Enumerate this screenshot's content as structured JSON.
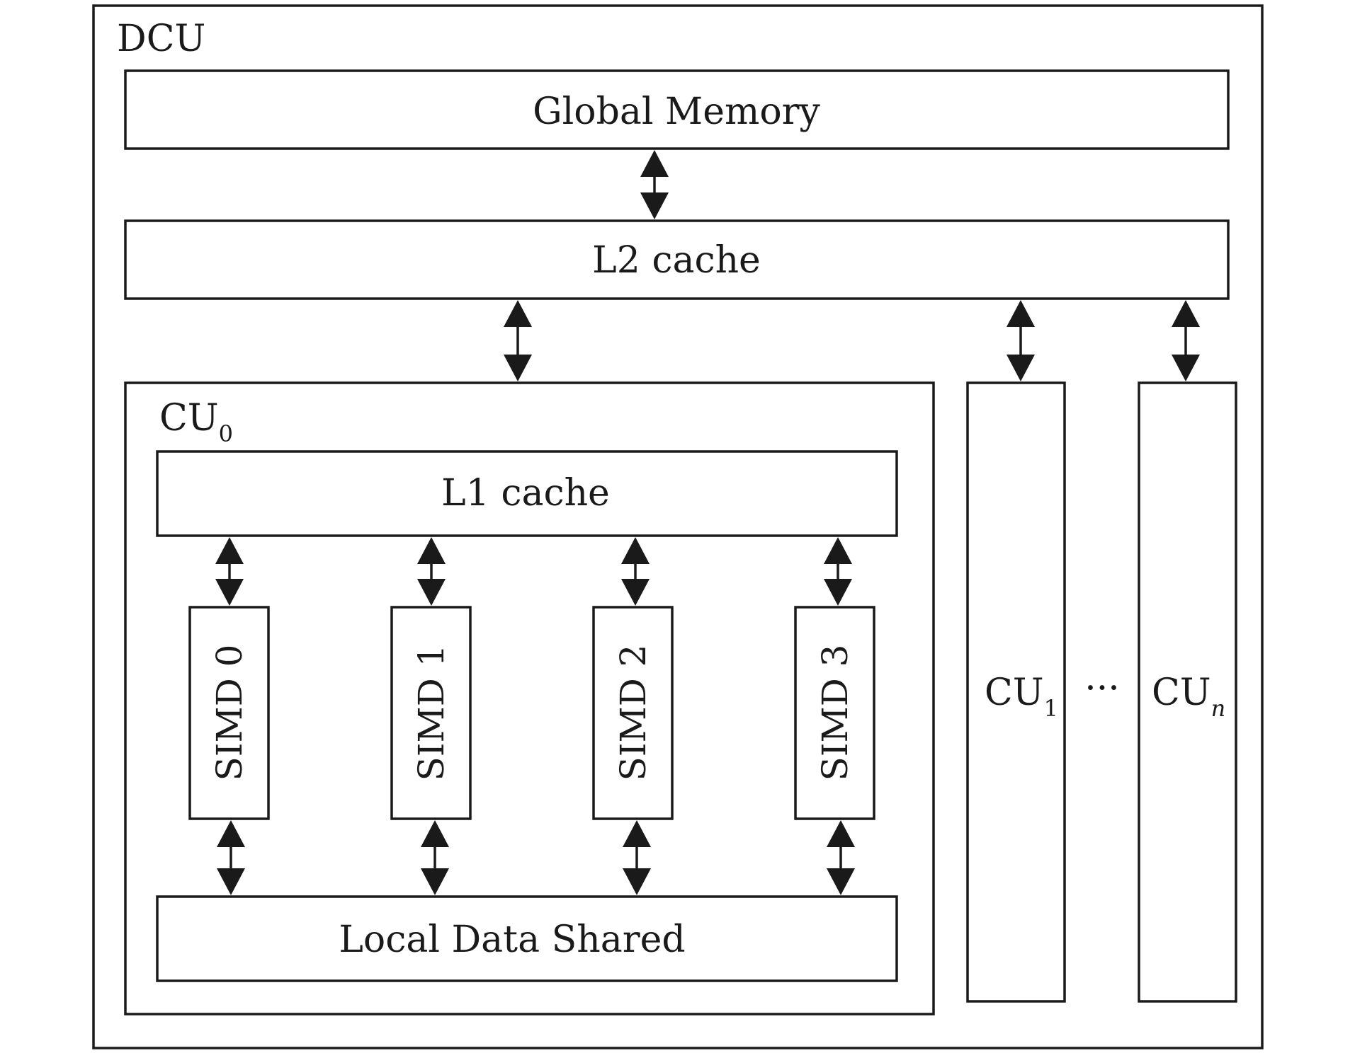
{
  "dcu": {
    "label": "DCU"
  },
  "global_memory": {
    "label": "Global Memory"
  },
  "l2_cache": {
    "label": "L2 cache"
  },
  "cu0": {
    "label": "CU",
    "subscript": "0"
  },
  "l1_cache": {
    "label": "L1 cache"
  },
  "simd_units": [
    {
      "label": "SIMD 0"
    },
    {
      "label": "SIMD 1"
    },
    {
      "label": "SIMD 2"
    },
    {
      "label": "SIMD 3"
    }
  ],
  "local_data_shared": {
    "label": "Local Data Shared"
  },
  "cu1": {
    "label": "CU",
    "subscript": "1"
  },
  "cun": {
    "label": "CU",
    "subscript": "n"
  },
  "ellipsis": {
    "label": "···"
  },
  "colors": {
    "stroke": "#1a1a1a",
    "background": "#ffffff"
  }
}
